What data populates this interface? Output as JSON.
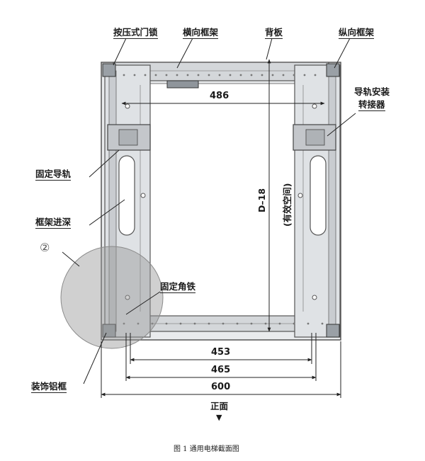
{
  "labels": {
    "push_lock": "按压式门锁",
    "horizontal_frame": "横向框架",
    "back_panel": "背板",
    "vertical_frame": "纵向框架",
    "rail_adapter_line1": "导轨安装",
    "rail_adapter_line2": "转接器",
    "fixed_rail": "固定导轨",
    "frame_depth": "框架进深",
    "callout_2": "②",
    "fixed_angle": "固定角铁",
    "trim_frame": "装饰铝框",
    "front": "正面",
    "front_arrow": "▼"
  },
  "dimensions": {
    "inner_width": "486",
    "depth": "D–18",
    "depth_note": "(有效空间)",
    "rail_453": "453",
    "rail_465": "465",
    "outer_600": "600"
  },
  "caption": "图 1 通用电梯截面图"
}
